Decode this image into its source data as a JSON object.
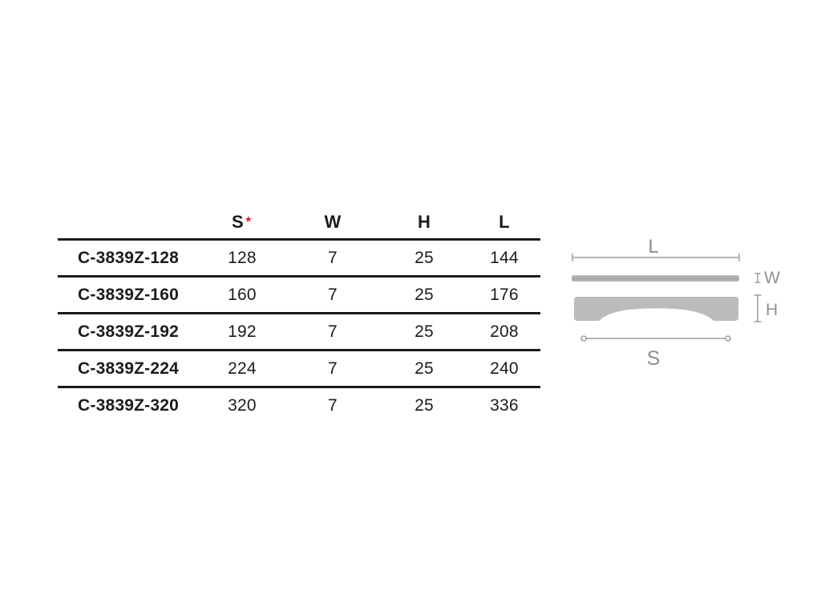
{
  "table": {
    "headers": {
      "code": "",
      "s": "S",
      "s_mark": "★",
      "w": "W",
      "h": "H",
      "l": "L"
    },
    "rows": [
      {
        "code": "C-3839Z-128",
        "s": "128",
        "w": "7",
        "h": "25",
        "l": "144"
      },
      {
        "code": "C-3839Z-160",
        "s": "160",
        "w": "7",
        "h": "25",
        "l": "176"
      },
      {
        "code": "C-3839Z-192",
        "s": "192",
        "w": "7",
        "h": "25",
        "l": "208"
      },
      {
        "code": "C-3839Z-224",
        "s": "224",
        "w": "7",
        "h": "25",
        "l": "240"
      },
      {
        "code": "C-3839Z-320",
        "s": "320",
        "w": "7",
        "h": "25",
        "l": "336"
      }
    ]
  },
  "diagram": {
    "length_label": "L",
    "width_label": "W",
    "height_label": "H",
    "spacing_label": "S"
  },
  "colors": {
    "text": "#1c1c1e",
    "rule_black": "#1a1a1a",
    "accent_red": "#e01b2d",
    "shape_gray": "#b9bbbd",
    "dim_line_gray": "#9b9da0",
    "dim_label_gray": "#8d8f92"
  }
}
